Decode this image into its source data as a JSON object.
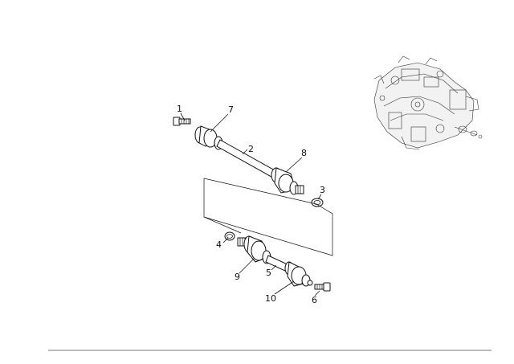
{
  "diagram": {
    "callouts": [
      {
        "id": "c1",
        "label": "1"
      },
      {
        "id": "c7",
        "label": "7"
      },
      {
        "id": "c2",
        "label": "2"
      },
      {
        "id": "c8",
        "label": "8"
      },
      {
        "id": "c3",
        "label": "3"
      },
      {
        "id": "c4",
        "label": "4"
      },
      {
        "id": "c9",
        "label": "9"
      },
      {
        "id": "c5",
        "label": "5"
      },
      {
        "id": "c10",
        "label": "10"
      },
      {
        "id": "c6",
        "label": "6"
      }
    ]
  }
}
